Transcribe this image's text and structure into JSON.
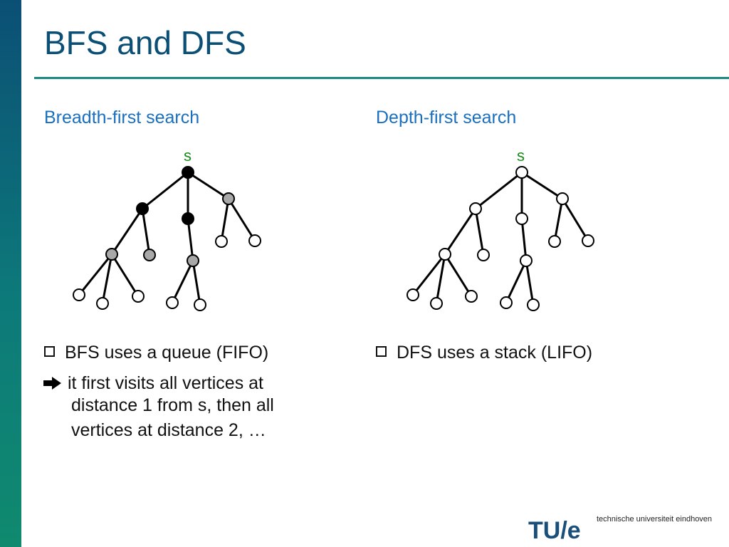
{
  "slide": {
    "title": "BFS and DFS",
    "left_heading": "Breadth-first search",
    "right_heading": "Depth-first search",
    "bfs_bullet": "BFS uses a queue (FIFO)",
    "bfs_arrow_line1": "it first visits all vertices at",
    "bfs_arrow_line2": "distance 1 from s, then all",
    "bfs_arrow_line3": "vertices at distance 2, …",
    "dfs_bullet": "DFS uses a stack (LIFO)",
    "source_label": "s",
    "logo_text": "TU/e",
    "university": "technische universiteit eindhoven"
  },
  "colors": {
    "title": "#0b4f75",
    "heading": "#1a6fbf",
    "source_label": "#1a8a1a",
    "visited": "#000000",
    "frontier": "#a8a8a8",
    "unvisited": "#ffffff"
  }
}
